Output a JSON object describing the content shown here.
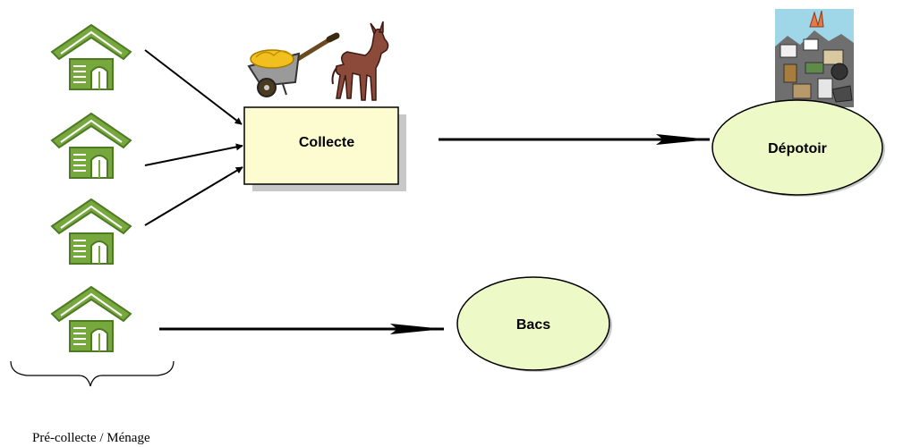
{
  "diagram": {
    "collecte_label": "Collecte",
    "depotoir_label": "Dépotoir",
    "bacs_label": "Bacs",
    "precollecte_label": "Pré-collecte  / Ménage"
  },
  "colors": {
    "hut_green": "#76a83e",
    "hut_dark": "#4f7a24",
    "box_fill": "#fdfcd0",
    "box_shadow": "#c8c8c8",
    "ellipse_fill": "#edfac8",
    "arrow": "#000000"
  },
  "icons": [
    "hut-icon",
    "wheelbarrow-icon",
    "donkey-icon",
    "garbage-dump-icon"
  ]
}
